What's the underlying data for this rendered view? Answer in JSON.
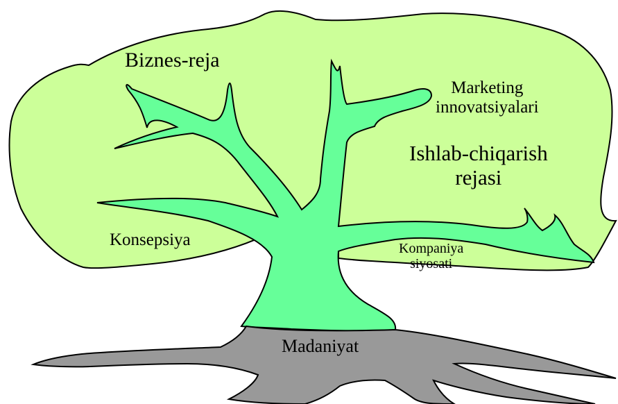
{
  "colors": {
    "crown": "#ccff99",
    "trunk": "#66ff99",
    "roots": "#999999",
    "outline": "#000000"
  },
  "labels": {
    "biznes_reja": "Biznes-reja",
    "marketing_line1": "Marketing",
    "marketing_line2": "innovatsiyalari",
    "ishlab_line1": "Ishlab-chiqarish",
    "ishlab_line2": "rejasi",
    "konsepsiya": "Konsepsiya",
    "kompaniya_line1": "Kompaniya",
    "kompaniya_line2": "siyosati",
    "madaniyat": "Madaniyat"
  }
}
